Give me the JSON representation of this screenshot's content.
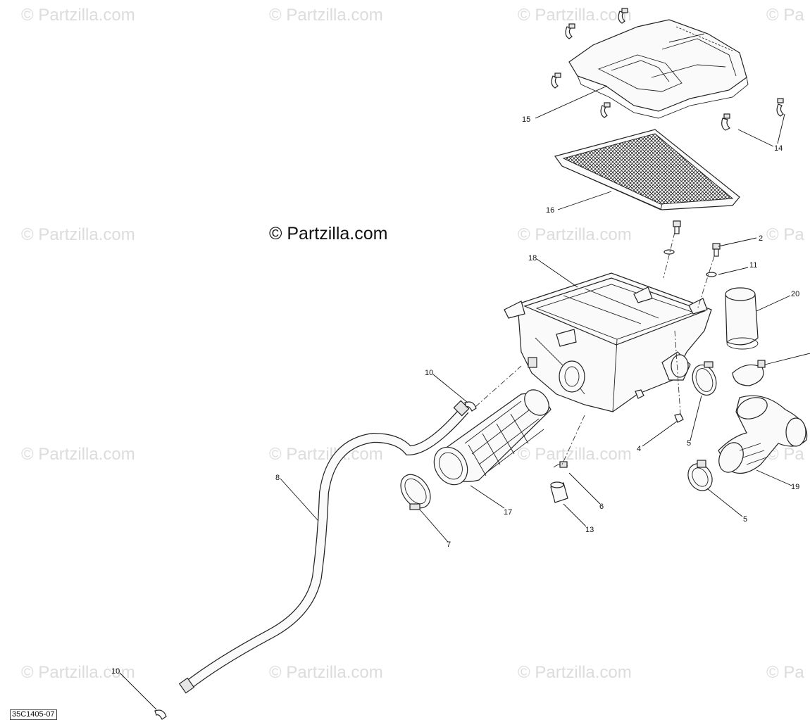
{
  "watermark_text": "© Partzilla.com",
  "watermark_partial": "© Pa",
  "brand_text": "© Partzilla.com",
  "diagram_code": "35C1405-07",
  "callouts": {
    "c15": "15",
    "c14": "14",
    "c16": "16",
    "c2": "2",
    "c18": "18",
    "c11": "11",
    "c20": "20",
    "c10a": "10",
    "c4": "4",
    "c5a": "5",
    "c8": "8",
    "c17": "17",
    "c6": "6",
    "c19": "19",
    "c7": "7",
    "c13": "13",
    "c5b": "5",
    "c10b": "10"
  }
}
